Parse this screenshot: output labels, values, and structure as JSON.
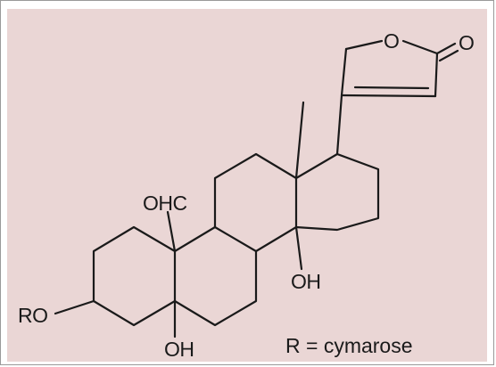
{
  "labels": {
    "ring_oxygen": "O",
    "carbonyl_oxygen": "O",
    "formyl": "OHC",
    "oh_c14": "OH",
    "oh_c5": "OH",
    "ro_group": "RO",
    "r_equals": "R = cymarose"
  },
  "colors": {
    "panel_background": "#ead6d5",
    "line_color": "#1a1a1a",
    "border": "#9a9a9a"
  }
}
